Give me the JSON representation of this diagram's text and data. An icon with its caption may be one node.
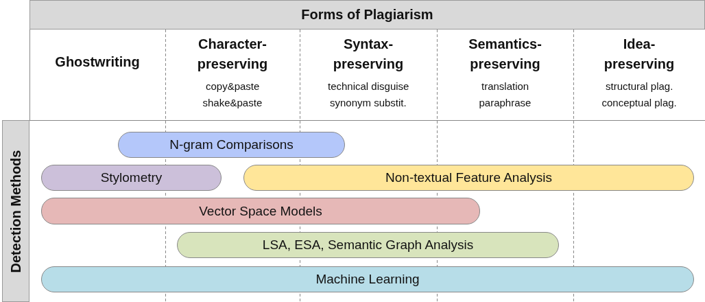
{
  "diagram": {
    "nodes": [
      {
        "text": [
          "Forms of Plagiarism"
        ]
      },
      {
        "text": [
          "Detection Methods"
        ]
      },
      {
        "text": [
          "N-gram Comparisons"
        ]
      },
      {
        "text": [
          "Stylometry"
        ]
      },
      {
        "text": [
          "Non-textual Feature Analysis"
        ]
      },
      {
        "text": [
          "Vector Space Models"
        ]
      },
      {
        "text": [
          "LSA, ESA, Semantic Graph Analysis"
        ]
      },
      {
        "text": [
          "Machine Learning"
        ]
      }
    ],
    "labels": [
      "Ghostwriting",
      "Character- preserving",
      "Syntax- preserving",
      "Semantics- preserving",
      "Idea- preserving",
      "copy&paste",
      "technical disguise",
      "translation",
      "structural plag.",
      "shake&paste",
      "synonym substit.",
      "paraphrase",
      "conceptual plag."
    ]
  }
}
